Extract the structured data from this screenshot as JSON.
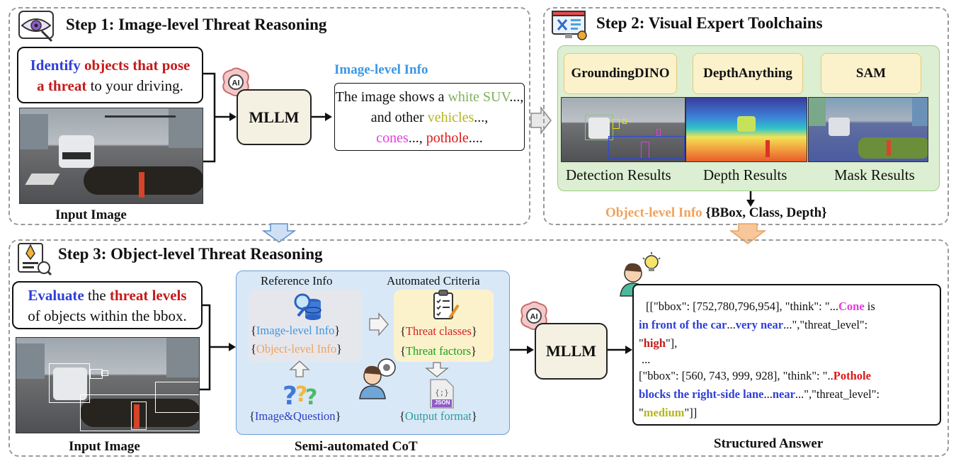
{
  "step1": {
    "title": "Step 1: Image-level Threat Reasoning",
    "prompt": {
      "w1": "Identify",
      "w2": "objects that pose",
      "w3": "a threat",
      "w4": "to your driving."
    },
    "mllm": "MLLM",
    "info_title": "Image-level Info",
    "info": {
      "a": "The image shows a",
      "b": "white SUV",
      "c": "..., and other",
      "d": "vehicles",
      "e": "...,",
      "f": "cones",
      "g": "...,",
      "h": "pothole",
      "i": "...."
    },
    "input_caption": "Input Image"
  },
  "step2": {
    "title": "Step 2: Visual Expert Toolchains",
    "tools": [
      "GroundingDINO",
      "DepthAnything",
      "SAM"
    ],
    "results": [
      "Detection Results",
      "Depth Results",
      "Mask Results"
    ],
    "obj_info_label": "Object-level Info",
    "obj_info_fields": "{BBox, Class, Depth}"
  },
  "step3": {
    "title": "Step 3: Object-level Threat Reasoning",
    "prompt": {
      "w1": "Evaluate",
      "w2": "the",
      "w3": "threat levels",
      "w4": "of objects within the bbox."
    },
    "input_caption": "Input Image",
    "cot": {
      "ref_title": "Reference Info",
      "ref1": "Image-level Info",
      "ref2": "Object-level Info",
      "crit_title": "Automated Criteria",
      "crit1": "Threat classes",
      "crit2": "Threat factors",
      "iq": "Image&Question",
      "out": "Output format",
      "json_tag": "JSON",
      "caption": "Semi-automated CoT"
    },
    "mllm": "MLLM",
    "answer": {
      "l1a": "[[\"bbox\": [752,780,796,954], \"think\": \"...",
      "l1b": "Cone",
      "l1c": " is",
      "l2a": "in front of the car",
      "l2b": "...",
      "l2c": "very near",
      "l2d": "...\",\"threat_level\":",
      "l3a": "\"",
      "l3b": "high",
      "l3c": "\"],",
      "l4": "...",
      "l5a": "[\"bbox\": [560, 743, 999, 928], \"think\": \"..",
      "l5b": "Pothole",
      "l6a": "blocks the right-side lane",
      "l6b": "...",
      "l6c": "near",
      "l6d": "...\",\"threat_level\":",
      "l7a": "\"",
      "l7b": "medium",
      "l7c": "\"]]"
    },
    "answer_caption": "Structured Answer"
  },
  "colors": {
    "blue": "#2f3fd6",
    "red": "#c41b1b",
    "green_panel": "#dcefd2",
    "blue_panel": "#d9e8f7",
    "tool_box": "#fbf2cc",
    "mllm_box": "#f4f1e3"
  }
}
